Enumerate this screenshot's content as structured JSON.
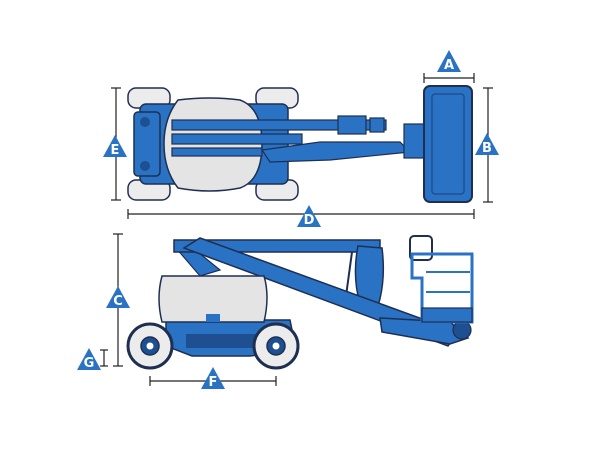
{
  "colors": {
    "machine_blue": "#2a72c4",
    "machine_blue_dark": "#1e4f91",
    "body_grey": "#e4e4e4",
    "outline": "#1e2f52",
    "badge_blue": "#2a72c4",
    "dim_line": "#222222"
  },
  "dimensions": [
    {
      "id": "A",
      "label": "A"
    },
    {
      "id": "B",
      "label": "B"
    },
    {
      "id": "C",
      "label": "C"
    },
    {
      "id": "D",
      "label": "D"
    },
    {
      "id": "E",
      "label": "E"
    },
    {
      "id": "F",
      "label": "F"
    },
    {
      "id": "G",
      "label": "G"
    }
  ]
}
